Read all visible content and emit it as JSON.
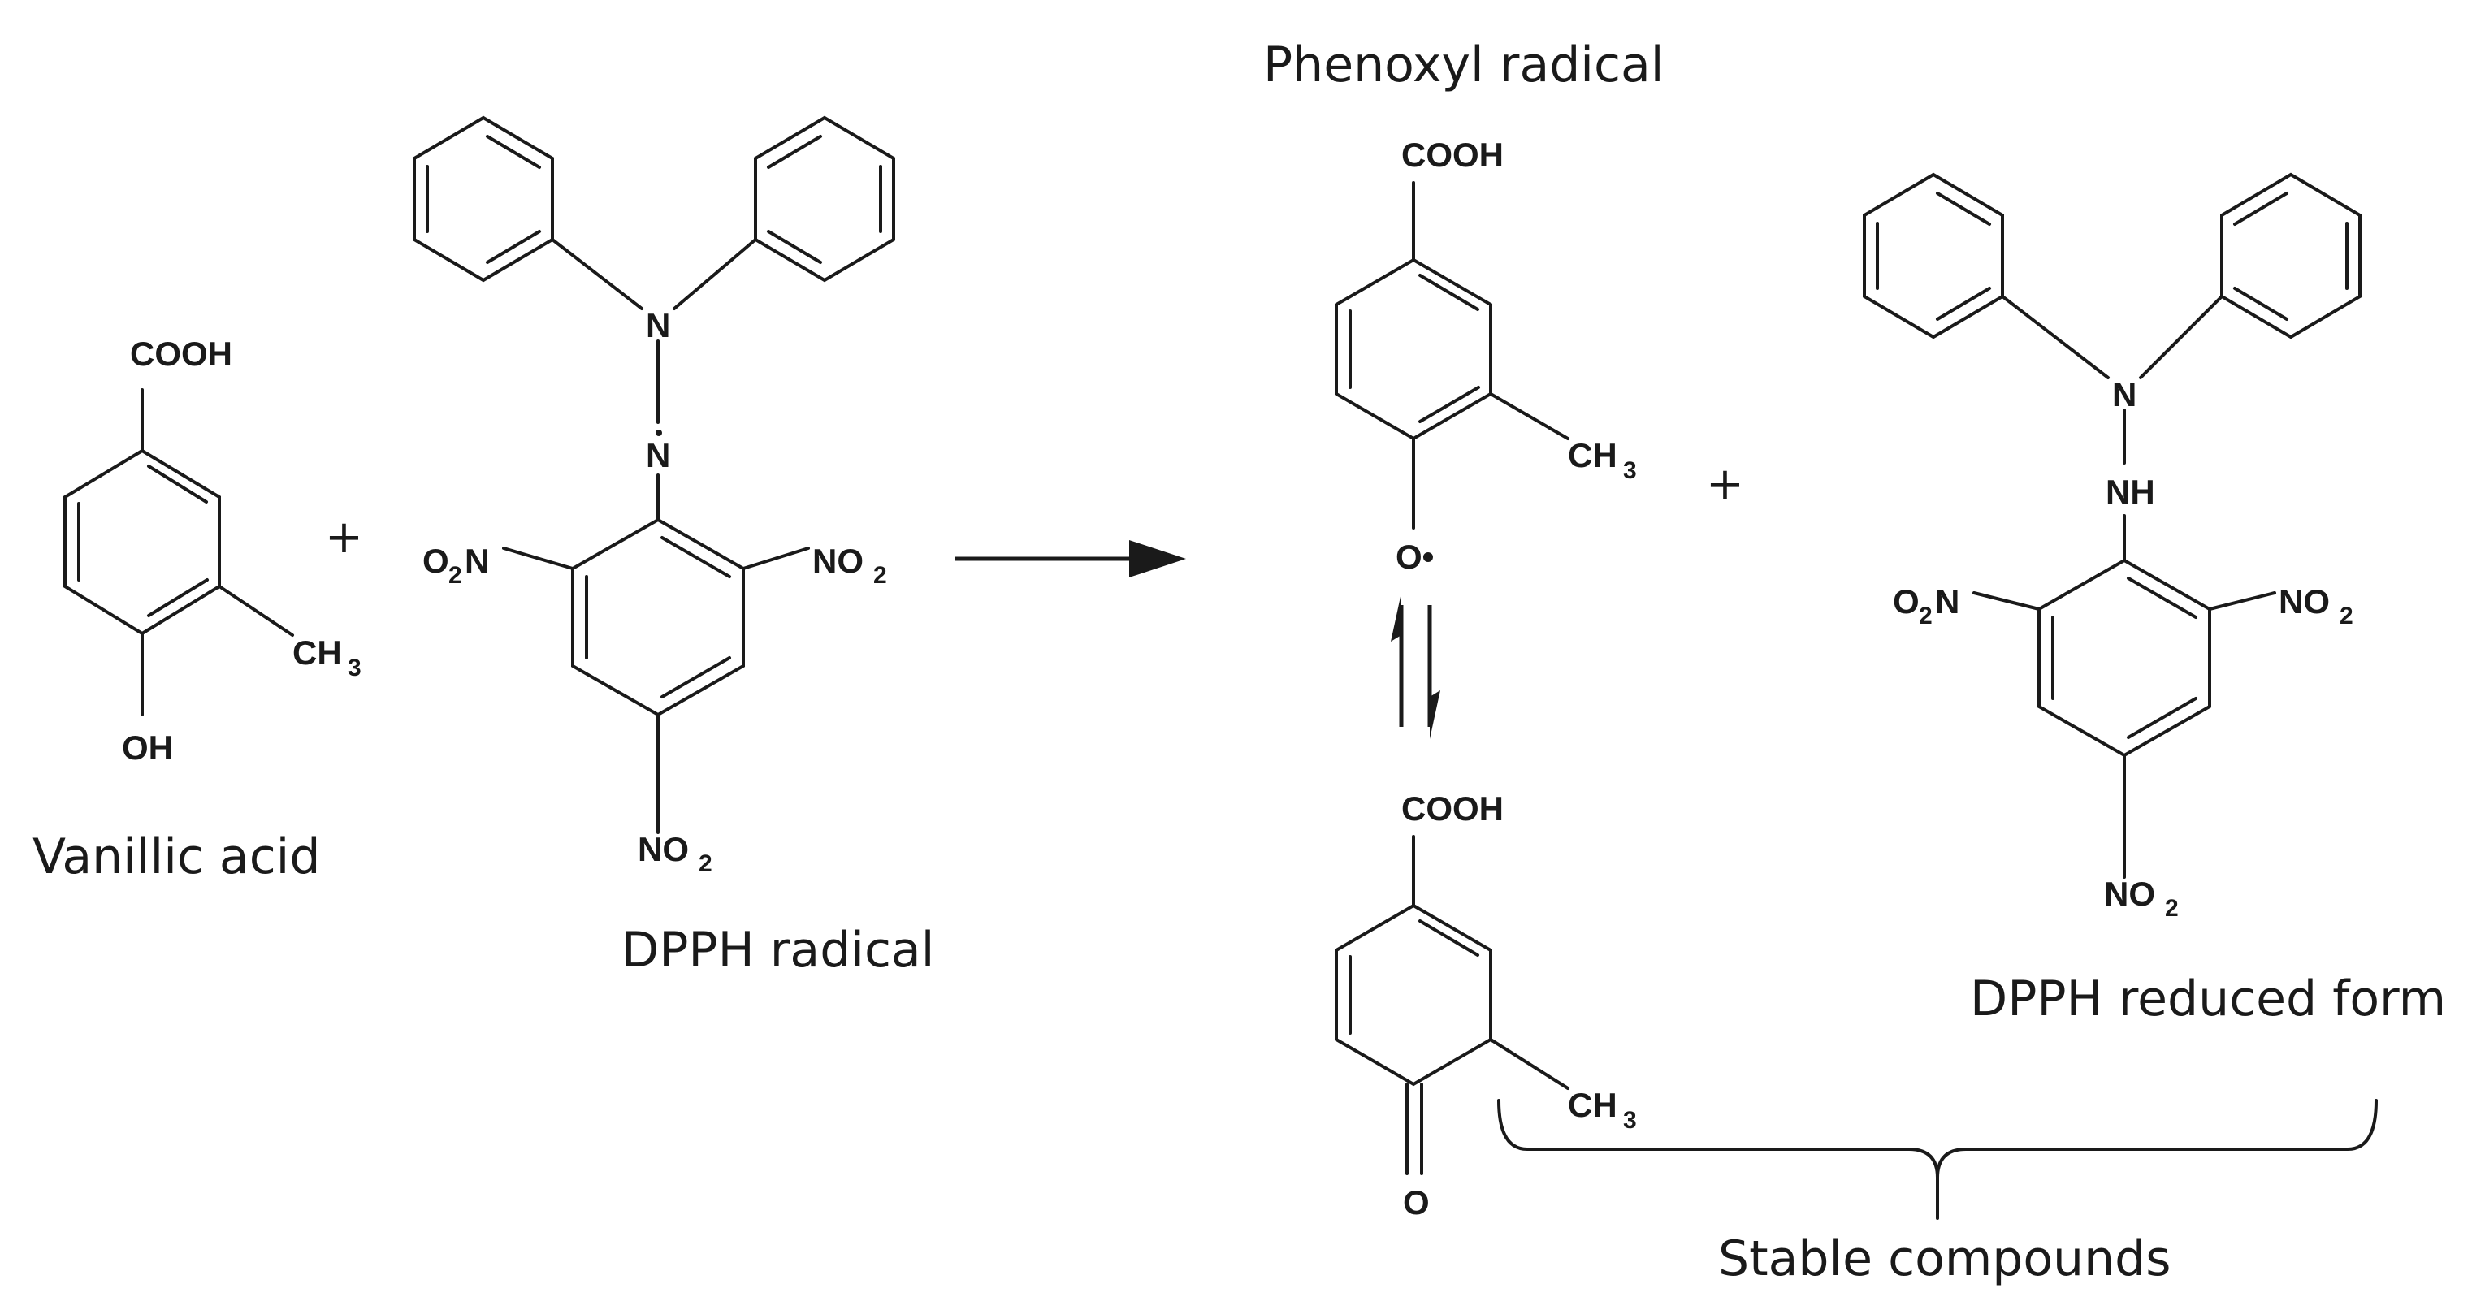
{
  "labels": {
    "vanillic_acid": "Vanillic acid",
    "dpph_radical": "DPPH radical",
    "phenoxyl_radical": "Phenoxyl radical",
    "dpph_reduced": "DPPH reduced form",
    "stable_compounds": "Stable compounds"
  },
  "atoms": {
    "cooh": "COOH",
    "ch": "CH",
    "three": "3",
    "oh": "OH",
    "n": "N",
    "n_radical": "N",
    "nh": "NH",
    "o": "O",
    "o_radical": "O•",
    "no": "NO",
    "two": "2",
    "o2n_o": "O",
    "o2n_n": "N"
  },
  "operators": {
    "plus": "+"
  }
}
